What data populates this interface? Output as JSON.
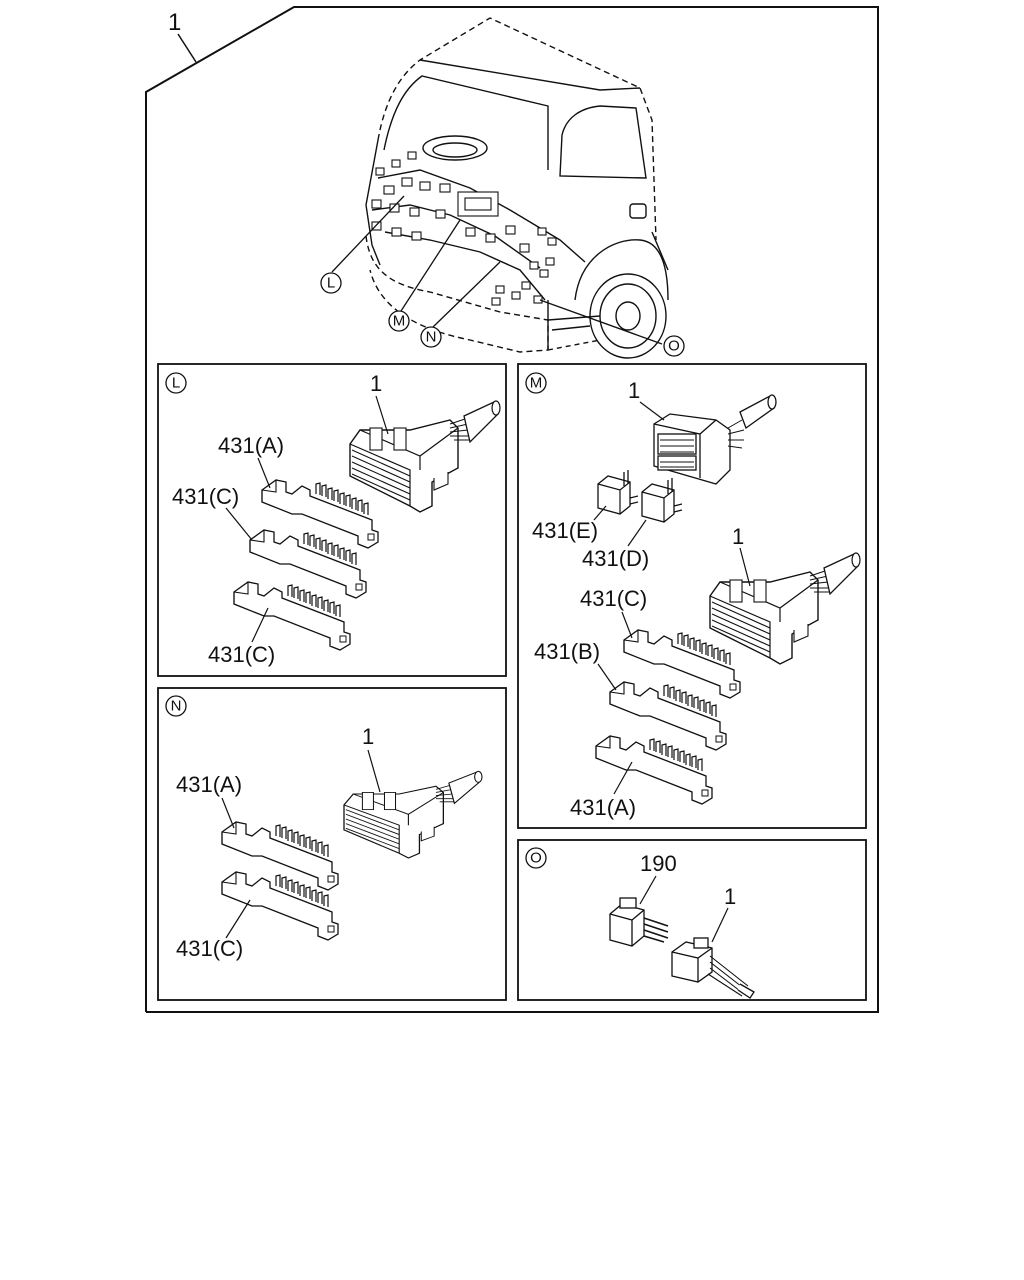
{
  "sheet": {
    "assembly_number": "1"
  },
  "overview": {
    "callouts": [
      "L",
      "M",
      "N",
      "O"
    ]
  },
  "panels": {
    "L": {
      "letter": "L",
      "labels": [
        "1",
        "431(A)",
        "431(C)",
        "431(C)"
      ]
    },
    "M": {
      "letter": "M",
      "labels": [
        "1",
        "431(E)",
        "431(D)",
        "1",
        "431(C)",
        "431(B)",
        "431(A)"
      ]
    },
    "N": {
      "letter": "N",
      "labels": [
        "1",
        "431(A)",
        "431(C)"
      ]
    },
    "O": {
      "letter": "O",
      "labels": [
        "190",
        "1"
      ]
    }
  }
}
